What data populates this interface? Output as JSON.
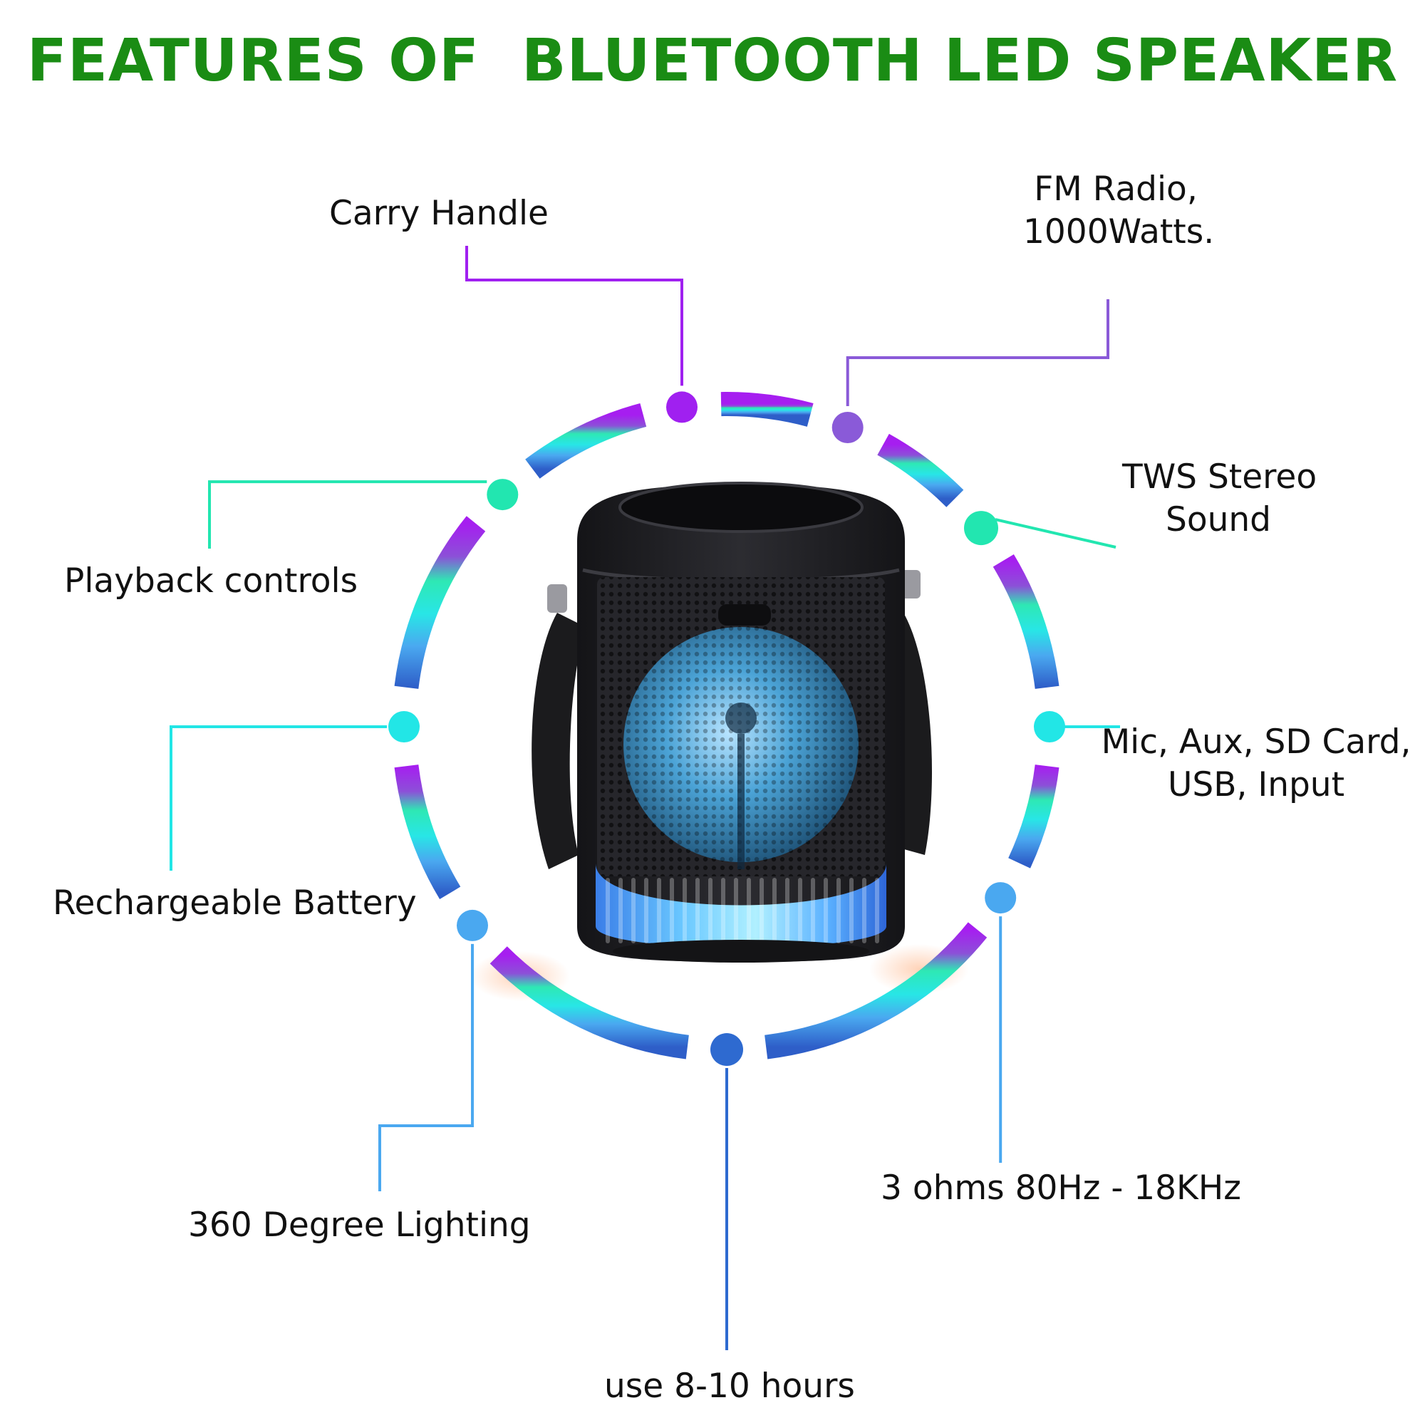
{
  "title": "FEATURES OF  BLUETOOTH LED SPEAKER",
  "colors": {
    "title": "#1a8c14",
    "purple": "#a020f0",
    "violet": "#8a5ad8",
    "teal": "#22e6b0",
    "cyan": "#22e6e6",
    "blue": "#4aa8f0",
    "deep_blue": "#2e6ad0",
    "speaker_body": "#1e1e22"
  },
  "features": [
    {
      "id": "carry-handle",
      "lines": [
        "Carry Handle"
      ],
      "color": "#a020f0"
    },
    {
      "id": "fm-radio",
      "lines": [
        "FM Radio,",
        "1000Watts."
      ],
      "color": "#8a5ad8"
    },
    {
      "id": "tws-stereo",
      "lines": [
        "TWS Stereo",
        "Sound"
      ],
      "color": "#22e6b0"
    },
    {
      "id": "inputs",
      "lines": [
        "Mic, Aux, SD Card,",
        "USB, Input"
      ],
      "color": "#22e6e6"
    },
    {
      "id": "impedance",
      "lines": [
        "3 ohms  80Hz - 18KHz"
      ],
      "color": "#4aa8f0"
    },
    {
      "id": "battery-life",
      "lines": [
        "use 8-10 hours"
      ],
      "color": "#2e6ad0"
    },
    {
      "id": "lighting",
      "lines": [
        "360 Degree Lighting"
      ],
      "color": "#4aa8f0"
    },
    {
      "id": "battery",
      "lines": [
        "Rechargeable Battery"
      ],
      "color": "#22e6e6"
    },
    {
      "id": "playback",
      "lines": [
        "Playback controls"
      ],
      "color": "#22e6b0"
    }
  ]
}
